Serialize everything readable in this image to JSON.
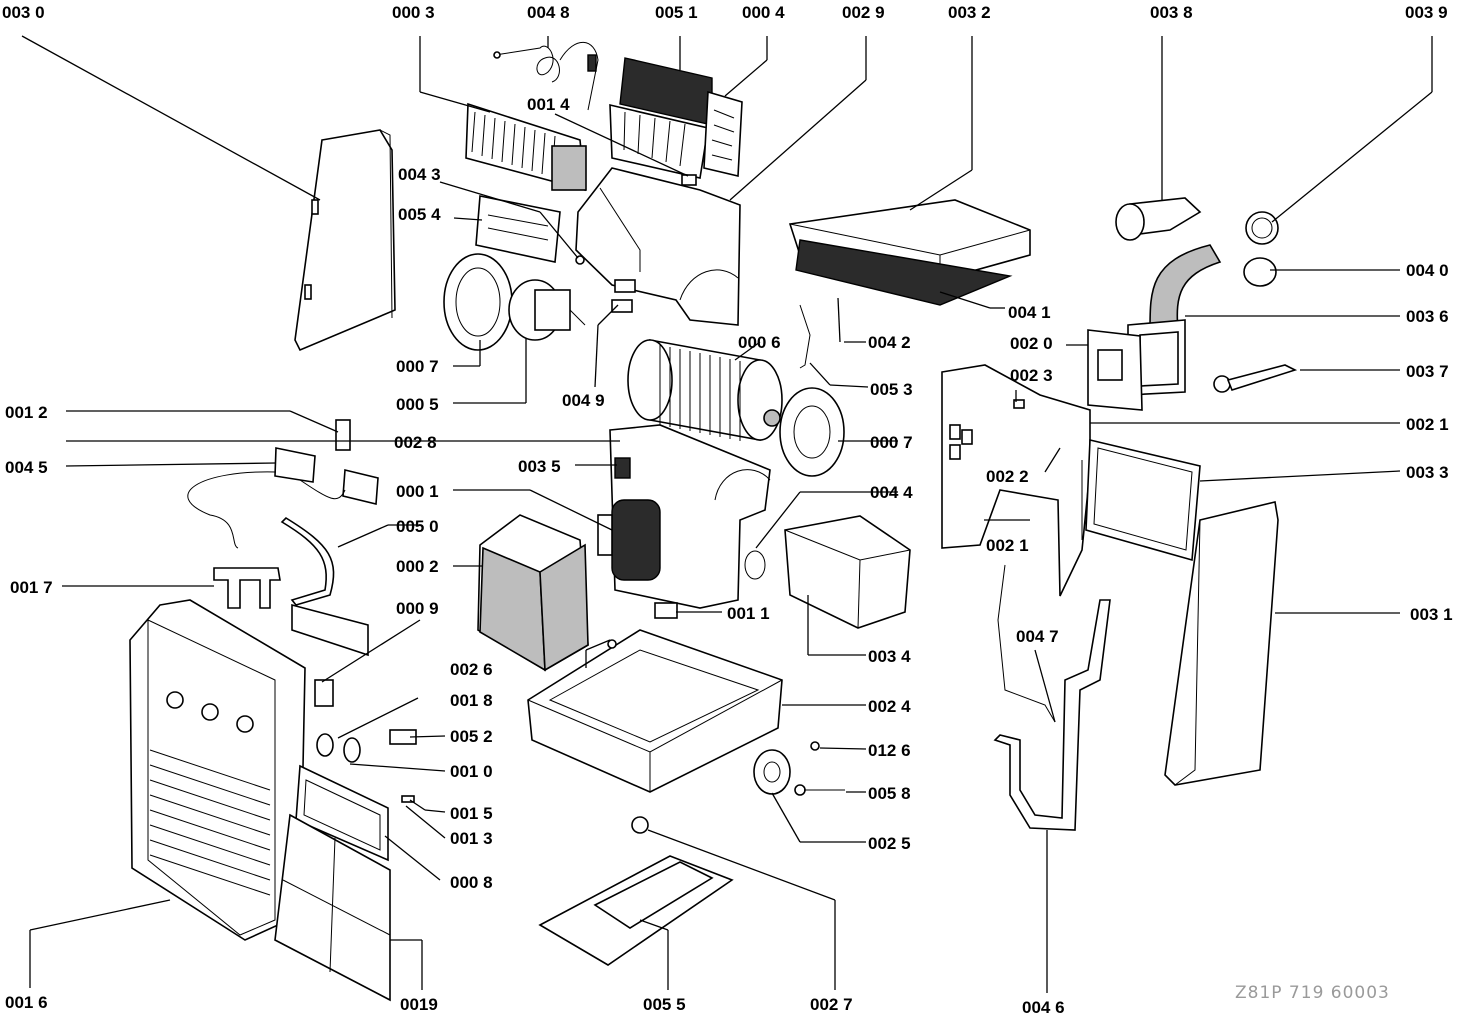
{
  "labels": {
    "p0030": "003 0",
    "p0003": "000 3",
    "p0048": "004 8",
    "p0051": "005 1",
    "p0004": "000 4",
    "p0029": "002 9",
    "p0032": "003 2",
    "p0038": "003 8",
    "p0039": "003 9",
    "p0014": "001 4",
    "p0043": "004 3",
    "p0054": "005 4",
    "p0040": "004 0",
    "p0041": "004 1",
    "p0036": "003 6",
    "p0042": "004 2",
    "p0020": "002 0",
    "p0006": "000 6",
    "p0007a": "000 7",
    "p0053": "005 3",
    "p0023": "002 3",
    "p0037": "003 7",
    "p0005": "000 5",
    "p0049": "004 9",
    "p0012": "001 2",
    "p0021b": "002 1",
    "p0028": "002 8",
    "p0007b": "000 7",
    "p0045": "004 5",
    "p0035": "003 5",
    "p0022": "002 2",
    "p0033": "003 3",
    "p0001": "000 1",
    "p0044": "004 4",
    "p0050": "005 0",
    "p0021a": "002 1",
    "p0017": "001 7",
    "p0002": "000 2",
    "p0031": "003 1",
    "p0011": "001 1",
    "p0009": "000 9",
    "p0047": "004 7",
    "p0034": "003 4",
    "p0026": "002 6",
    "p0018": "001 8",
    "p0024": "002 4",
    "p0052": "005 2",
    "p0126": "012 6",
    "p0010": "001 0",
    "p0058": "005 8",
    "p0015": "001 5",
    "p0013": "001 3",
    "p0025": "002 5",
    "p0008": "000 8",
    "p0016": "001 6",
    "p0019": "0019",
    "p0055": "005 5",
    "p0027": "002 7",
    "p0046": "004 6"
  },
  "reference_code": "Z81P 719 60003"
}
